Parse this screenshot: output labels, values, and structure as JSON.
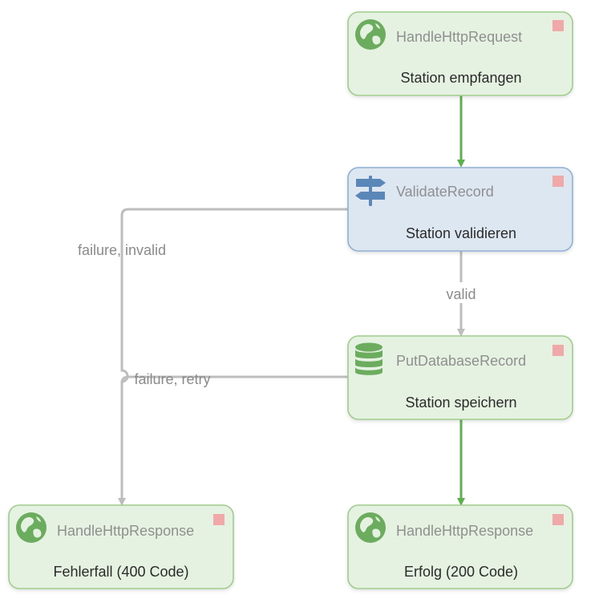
{
  "colors": {
    "success_edge": "#5cb14d",
    "neutral_edge": "#bdbdbd",
    "green_node_fill": "#e6f2e1",
    "green_node_stroke": "#9fcc8d",
    "blue_node_fill": "#dde7f2",
    "blue_node_stroke": "#8fb0d4",
    "green_icon": "#6cac5f",
    "blue_icon": "#5b86b8",
    "status_indicator": "#f1a8a8"
  },
  "nodes": {
    "receive": {
      "type": "HandleHttpRequest",
      "label": "Station empfangen",
      "icon": "globe-icon"
    },
    "validate": {
      "type": "ValidateRecord",
      "label": "Station validieren",
      "icon": "signpost-icon"
    },
    "store": {
      "type": "PutDatabaseRecord",
      "label": "Station speichern",
      "icon": "database-icon"
    },
    "error_response": {
      "type": "HandleHttpResponse",
      "label": "Fehlerfall (400 Code)",
      "icon": "globe-icon"
    },
    "success_response": {
      "type": "HandleHttpResponse",
      "label": "Erfolg (200 Code)",
      "icon": "globe-icon"
    }
  },
  "edges": {
    "receive_to_validate": "",
    "validate_to_store": "valid",
    "validate_to_error": "failure, invalid",
    "store_to_error": "failure, retry",
    "store_to_success": ""
  }
}
